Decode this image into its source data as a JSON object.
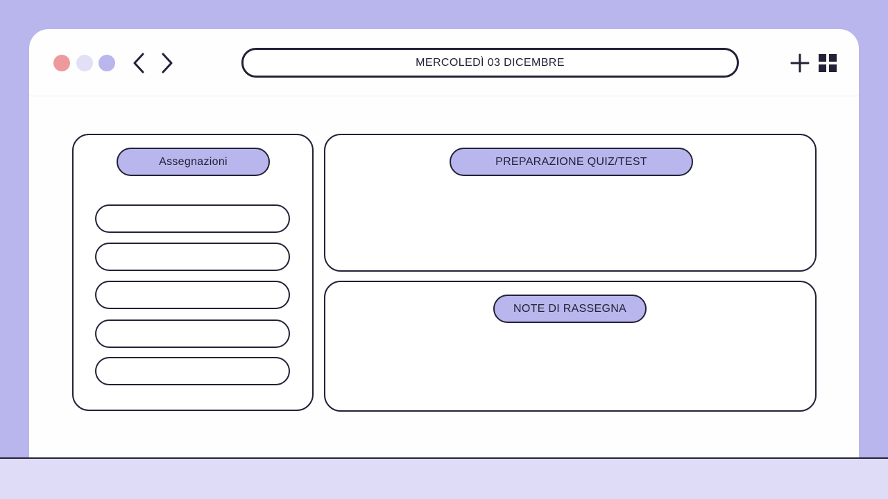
{
  "colors": {
    "background": "#b8b6ec",
    "window": "#fefefe",
    "accent": "#b8b6ec",
    "outline": "#232136",
    "footer": "#dfdcf7",
    "traffic_red": "#ee9a9c",
    "traffic_light": "#e2e0f6",
    "traffic_purple": "#b8b6ec"
  },
  "toolbar": {
    "dots": [
      "traffic-dot-red",
      "traffic-dot-light",
      "traffic-dot-purple"
    ],
    "back_icon": "chevron-left-icon",
    "forward_icon": "chevron-right-icon",
    "address": "MERCOLEDÌ 03 DICEMBRE",
    "add_icon": "plus-icon",
    "grid_icon": "grid-icon"
  },
  "assignments": {
    "title": "Assegnazioni",
    "items": [
      "",
      "",
      "",
      "",
      ""
    ]
  },
  "quiz_prep": {
    "title": "PREPARAZIONE QUIZ/TEST"
  },
  "review_notes": {
    "title": "NOTE DI RASSEGNA"
  }
}
